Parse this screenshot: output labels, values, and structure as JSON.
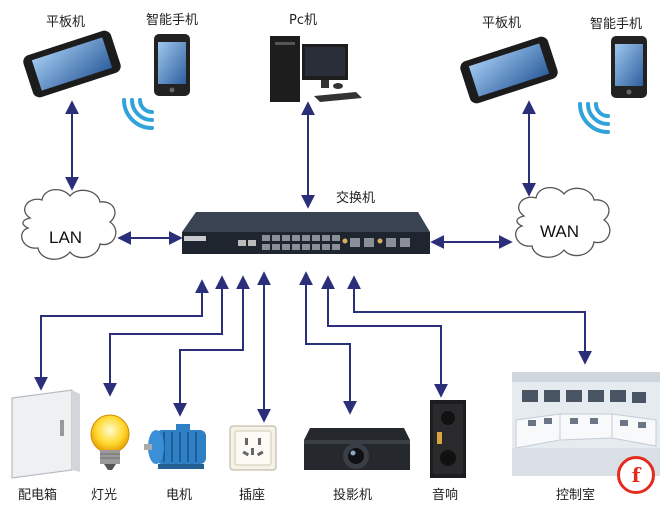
{
  "labels": {
    "tablet_left": "平板机",
    "phone_left": "智能手机",
    "pc": "Pc机",
    "tablet_right": "平板机",
    "phone_right": "智能手机",
    "switch": "交换机",
    "lan": "LAN",
    "wan": "WAN",
    "distribution_box": "配电箱",
    "lamp": "灯光",
    "motor": "电机",
    "socket": "插座",
    "projector": "投影机",
    "speaker": "音响",
    "control_room": "控制室"
  },
  "logo": {
    "glyph": "f"
  },
  "colors": {
    "arrow": "#2b2f7a",
    "switch_body": "#222933",
    "cloud_stroke": "#555555",
    "wifi": "#2fa3da",
    "logo": "#e52a1e"
  }
}
